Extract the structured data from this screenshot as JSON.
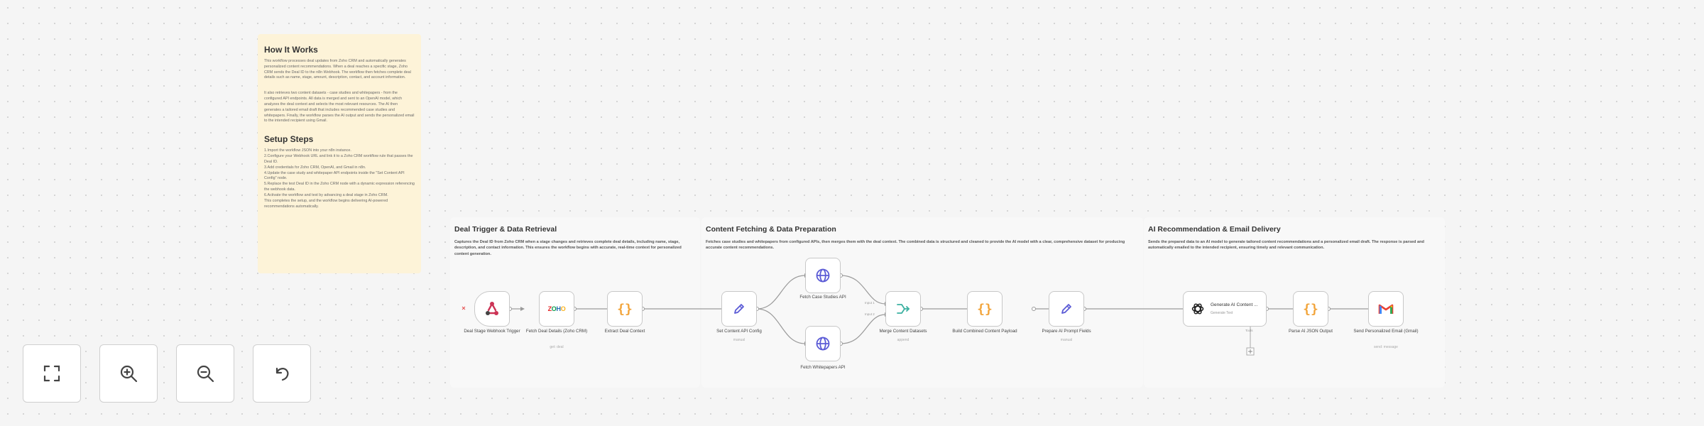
{
  "note": {
    "how_title": "How It Works",
    "how_p1": "This workflow processes deal updates from Zoho CRM and automatically generates personalized content recommendations. When a deal reaches a specific stage, Zoho CRM sends the Deal ID to the n8n Webhook. The workflow then fetches complete deal details such as name, stage, amount, description, contact, and account information.",
    "how_p2": "It also retrieves two content datasets - case studies and whitepapers - from the configured API endpoints. All data is merged and sent to an OpenAI model, which analyzes the deal context and selects the most relevant resources. The AI then generates a tailored email draft that includes recommended case studies and whitepapers. Finally, the workflow parses the AI output and sends the personalized email to the intended recipient using Gmail.",
    "setup_title": "Setup Steps",
    "setup_p": "1.Import the workflow JSON into your n8n instance.\n2.Configure your Webhook URL and link it to a Zoho CRM workflow rule that passes the Deal ID.\n3.Add credentials for Zoho CRM, OpenAI, and Gmail in n8n.\n4.Update the case study and whitepaper API endpoints inside the \"Set Content API Config\" node.\n5.Replace the test Deal ID in the Zoho CRM node with a dynamic expression referencing the webhook data.\n6.Activate the workflow and test by advancing a deal stage in Zoho CRM.\nThis completes the setup, and the workflow begins delivering AI-powered recommendations automatically."
  },
  "sections": [
    {
      "title": "Deal Trigger & Data Retrieval",
      "desc": "Captures the Deal ID from Zoho CRM when a stage changes and retrieves complete deal details, including name, stage, description, and contact information. This ensures the workflow begins with accurate, real-time context for personalized content generation."
    },
    {
      "title": "Content Fetching & Data Preparation",
      "desc": "Fetches case studies and whitepapers from configured APIs, then merges them with the deal context. The combined data is structured and cleaned to provide the AI model with a clear, comprehensive dataset for producing accurate content recommendations."
    },
    {
      "title": "AI Recommendation & Email Delivery",
      "desc": "Sends the prepared data to an AI model to generate tailored content recommendations and a personalized email draft. The response is parsed and automatically emailed to the intended recipient, ensuring timely and relevant communication."
    }
  ],
  "nodes": {
    "webhook": {
      "label": "Deal Stage Webhook Trigger",
      "icon": "webhook-icon"
    },
    "fetch_deal": {
      "label": "Fetch Deal Details (Zoho CRM)",
      "sub": "get: deal",
      "icon": "zoho-logo-icon"
    },
    "extract": {
      "label": "Extract Deal Context",
      "icon": "curly-braces-icon"
    },
    "set_config": {
      "label": "Set Content API Config",
      "sub": "manual",
      "icon": "pencil-icon"
    },
    "case_studies": {
      "label": "Fetch Case Studies API",
      "icon": "globe-icon"
    },
    "whitepapers": {
      "label": "Fetch Whitepapers API",
      "icon": "globe-icon"
    },
    "merge": {
      "label": "Merge Content Datasets",
      "sub": "append",
      "icon": "merge-icon",
      "in1": "Input 1",
      "in2": "Input 2"
    },
    "build": {
      "label": "Build Combined Content Payload",
      "icon": "curly-braces-icon"
    },
    "prepare": {
      "label": "Prepare AI Prompt Fields",
      "sub": "manual",
      "icon": "pencil-icon"
    },
    "ai": {
      "title": "Generate AI Content ...",
      "sub": "Generate Text",
      "port": "Tools",
      "icon": "openai-icon"
    },
    "parse": {
      "label": "Parse AI JSON Output",
      "icon": "curly-braces-icon"
    },
    "gmail": {
      "label": "Send Personalized Email (Gmail)",
      "sub": "send: message",
      "icon": "gmail-icon"
    }
  },
  "colors": {
    "note_bg": "#fdf3d8",
    "canvas_bg": "#f5f5f5",
    "connector": "#9a9a9a",
    "globe": "#5b5bd6",
    "curly": "#f2a43a",
    "zoho_red": "#e42527",
    "zoho_green": "#089949",
    "zoho_blue": "#226db4",
    "zoho_yellow": "#f9b21d"
  },
  "controls": [
    {
      "icon": "fit-view-icon"
    },
    {
      "icon": "zoom-in-icon"
    },
    {
      "icon": "zoom-out-icon"
    },
    {
      "icon": "undo-icon"
    }
  ]
}
